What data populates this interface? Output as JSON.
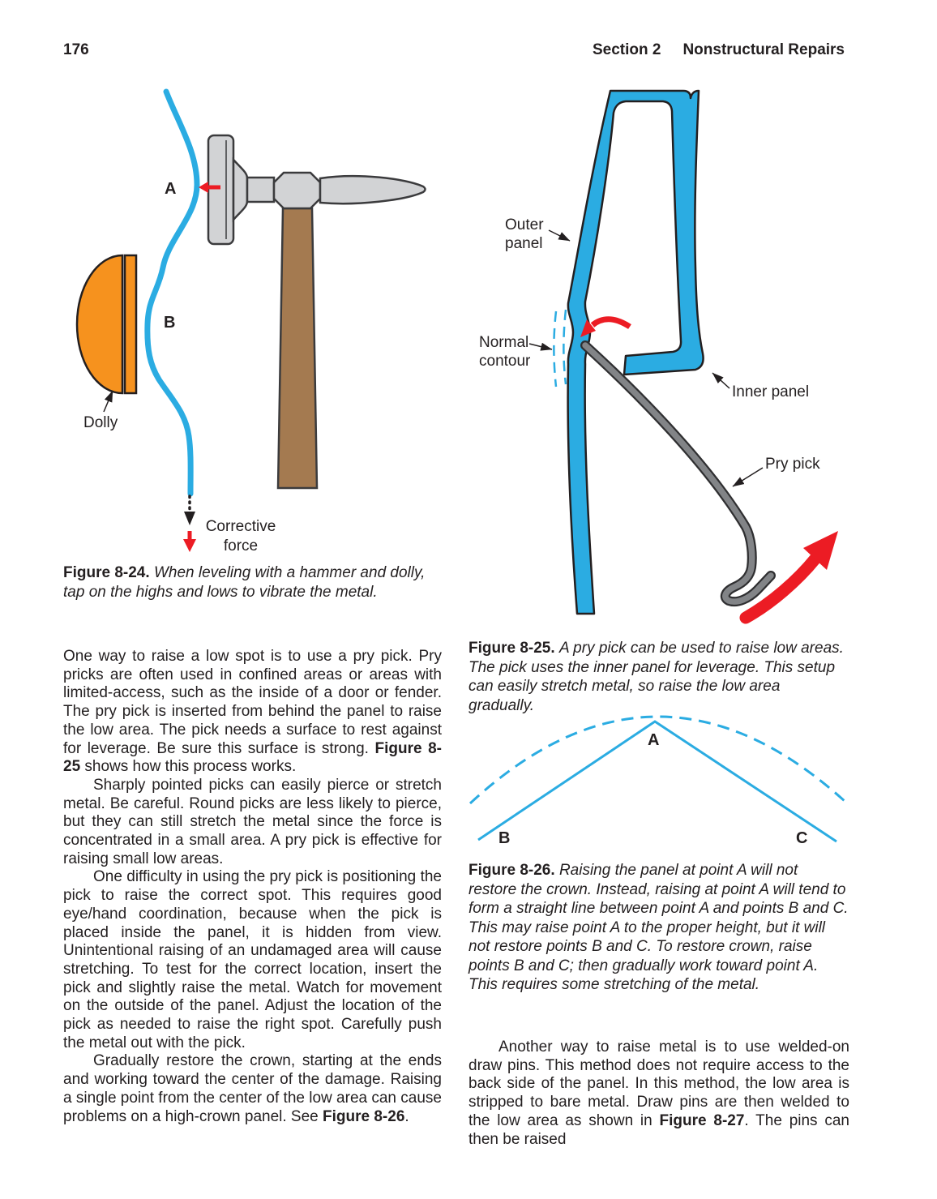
{
  "colors": {
    "panel_blue": "#2BACE2",
    "dolly_orange": "#F6921E",
    "handle_brown": "#A47A50",
    "hammer_gray": "#D2D3D5",
    "pick_gray": "#828487",
    "arrow_red": "#EC1C24",
    "ink": "#231F20"
  },
  "header": {
    "page_number": "176",
    "section": "Section 2",
    "title": "Nonstructural Repairs"
  },
  "bold_phrases": [
    "Figure 8-25",
    "Figure 8-26",
    "Figure 8-27"
  ],
  "figure_8_24": {
    "labels": {
      "point_a": "A",
      "point_b": "B",
      "dolly": "Dolly",
      "corrective_line1": "Corrective",
      "corrective_line2": "force"
    },
    "caption_label": "Figure 8-24.",
    "caption_text": "When leveling with a hammer and dolly, tap on the highs and lows to vibrate the metal."
  },
  "figure_8_25": {
    "labels": {
      "outer_panel_line1": "Outer",
      "outer_panel_line2": "panel",
      "normal_contour_line1": "Normal",
      "normal_contour_line2": "contour",
      "inner_panel": "Inner panel",
      "pry_pick": "Pry pick"
    },
    "caption_label": "Figure 8-25.",
    "caption_text": "A pry pick can be used to raise low areas. The pick uses the inner panel for leverage. This setup can easily stretch metal, so raise the low area gradually."
  },
  "figure_8_26": {
    "labels": {
      "point_a": "A",
      "point_b": "B",
      "point_c": "C"
    },
    "caption_label": "Figure 8-26.",
    "caption_text": "Raising the panel at point A will not restore the crown. Instead, raising at point A will tend to form a straight line between point A and points B and C. This may raise point A to the proper height, but it will not restore points B and C. To restore crown, raise points B and C; then gradually work toward point A. This requires some stretching of the metal."
  },
  "left_column": {
    "paragraphs": [
      {
        "text": "One way to raise a low spot is to use a pry pick. Pry pricks are often used in confined areas or areas with limited-access, such as the inside of a door or fender. The pry pick is inserted from behind the panel to raise the low area. The pick needs a surface to rest against for leverage. Be sure this surface is strong. Figure 8-25 shows how this process works."
      },
      {
        "text": "Sharply pointed picks can easily pierce or stretch metal. Be careful. Round picks are less likely to pierce, but they can still stretch the metal since the force is concentrated in a small area. A pry pick is effective for raising small low areas."
      },
      {
        "text": "One difficulty in using the pry pick is positioning the pick to raise the correct spot. This requires good eye/hand coordination, because when the pick is placed inside the panel, it is hidden from view. Unintentional raising of an undamaged area will cause stretching. To test for the correct location, insert the pick and slightly raise the metal. Watch for movement on the outside of the panel. Adjust the location of the pick as needed to raise the right spot. Carefully push the metal out with the pick."
      },
      {
        "text": "Gradually restore the crown, starting at the ends and working toward the center of the damage. Raising a single point from the center of the low area can cause problems on a high-crown panel. See Figure 8-26."
      }
    ]
  },
  "right_column": {
    "paragraphs": [
      {
        "text": "Another way to raise metal is to use welded-on draw pins. This method does not require access to the back side of the panel. In this method, the low area is stripped to bare metal. Draw pins are then welded to the low area as shown in Figure 8-27. The pins can then be raised"
      }
    ]
  }
}
